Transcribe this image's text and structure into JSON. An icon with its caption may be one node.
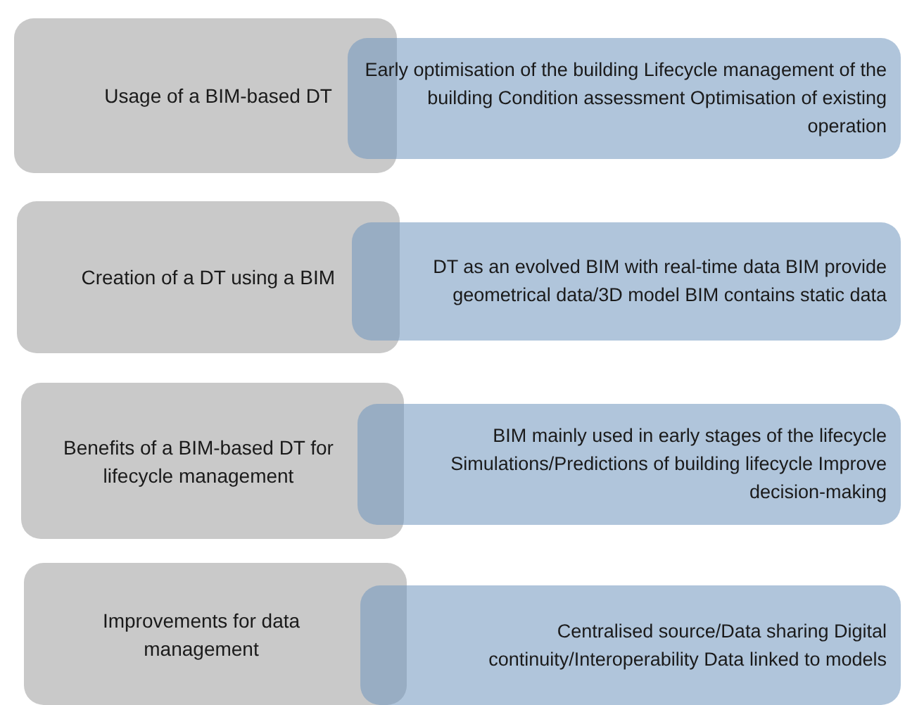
{
  "diagram": {
    "nodes": [
      {
        "text": [
          "Usage of a BIM-based DT"
        ]
      },
      {
        "text": [
          "Early optimisation of the building Lifecycle management of the building Condition assessment Optimisation of existing operation"
        ]
      },
      {
        "text": [
          "Creation of a DT using a BIM"
        ]
      },
      {
        "text": [
          "DT as an evolved BIM with real-time data BIM provide geometrical data/3D model BIM contains static data"
        ]
      },
      {
        "text": [
          "Benefits of a BIM-based DT for lifecycle management"
        ]
      },
      {
        "text": [
          "BIM mainly used in early stages of the lifecycle Simulations/Predictions of building lifecycle Improve decision-making"
        ]
      },
      {
        "text": [
          "Improvements for data management"
        ]
      },
      {
        "text": [
          "Centralised source/Data sharing Digital continuity/Interoperability Data linked to models"
        ]
      }
    ]
  }
}
